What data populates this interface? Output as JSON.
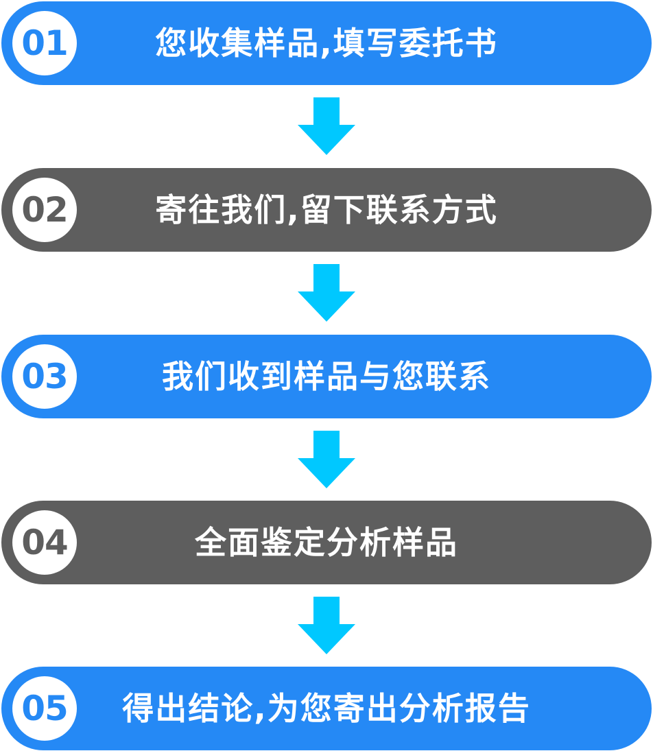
{
  "colors": {
    "step_blue": "#2589f5",
    "step_gray": "#5e5e5e",
    "arrow": "#00c8ff",
    "text": "#ffffff"
  },
  "steps": [
    {
      "number": "01",
      "label": "您收集样品,填写委托书",
      "color": "blue"
    },
    {
      "number": "02",
      "label": "寄往我们,留下联系方式",
      "color": "gray"
    },
    {
      "number": "03",
      "label": "我们收到样品与您联系",
      "color": "blue"
    },
    {
      "number": "04",
      "label": "全面鉴定分析样品",
      "color": "gray"
    },
    {
      "number": "05",
      "label": "得出结论,为您寄出分析报告",
      "color": "blue"
    }
  ],
  "arrow_icon": "down-arrow-icon"
}
